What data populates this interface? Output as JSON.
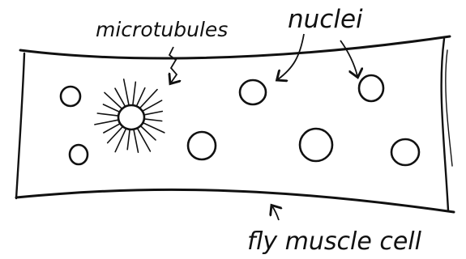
{
  "labels": {
    "microtubules": "microtubules",
    "nuclei": "nuclei",
    "cell": "fly muscle cell"
  },
  "colors": {
    "ink": "#111111",
    "nucleus_fill": "#f4f4f4",
    "background": "#ffffff"
  }
}
